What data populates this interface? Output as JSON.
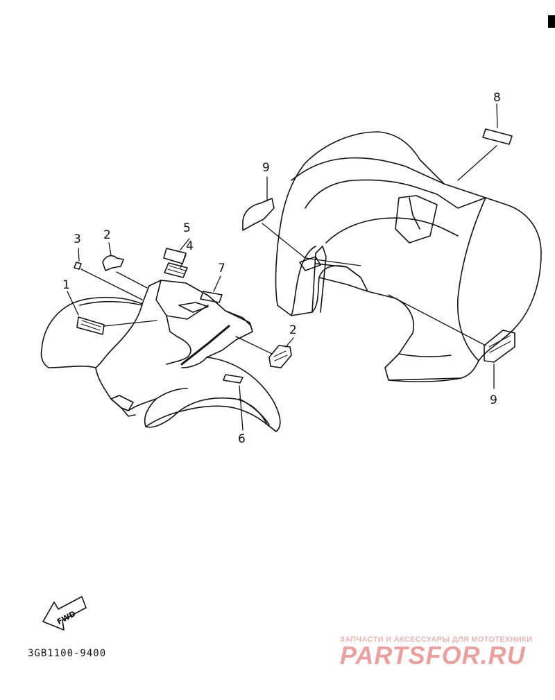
{
  "diagram": {
    "part_code": "3GB1100-9400",
    "fwd_label": "FWD",
    "callouts": {
      "c1": "1",
      "c2a": "2",
      "c2b": "2",
      "c3": "3",
      "c4": "4",
      "c5": "5",
      "c6": "6",
      "c7": "7",
      "c8": "8",
      "c9a": "9",
      "c9b": "9"
    }
  },
  "watermark": {
    "tagline": "ЗАПЧАСТИ И АКСЕССУАРЫ ДЛЯ МОТОТЕХНИКИ",
    "brand": "PARTSFOR.RU"
  },
  "colors": {
    "line": "#111111",
    "watermark": "#e8a0a0"
  }
}
